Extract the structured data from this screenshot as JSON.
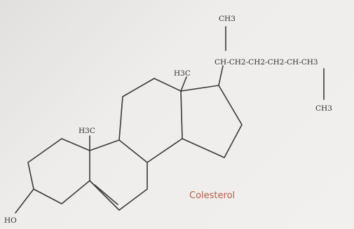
{
  "colors": {
    "bond": "#3a3a3a",
    "label": "#2e2e2e",
    "compound_name": "#b85a48"
  },
  "labels": {
    "ch3_top": "CH3",
    "side_chain": "CH-CH2-CH2-CH2-CH-CH3",
    "ch3_bottom": "CH3",
    "h3c_d_ring": "H3C",
    "h3c_b_ring": "H3C",
    "ho": "HO",
    "compound_name": "Colesterol"
  }
}
